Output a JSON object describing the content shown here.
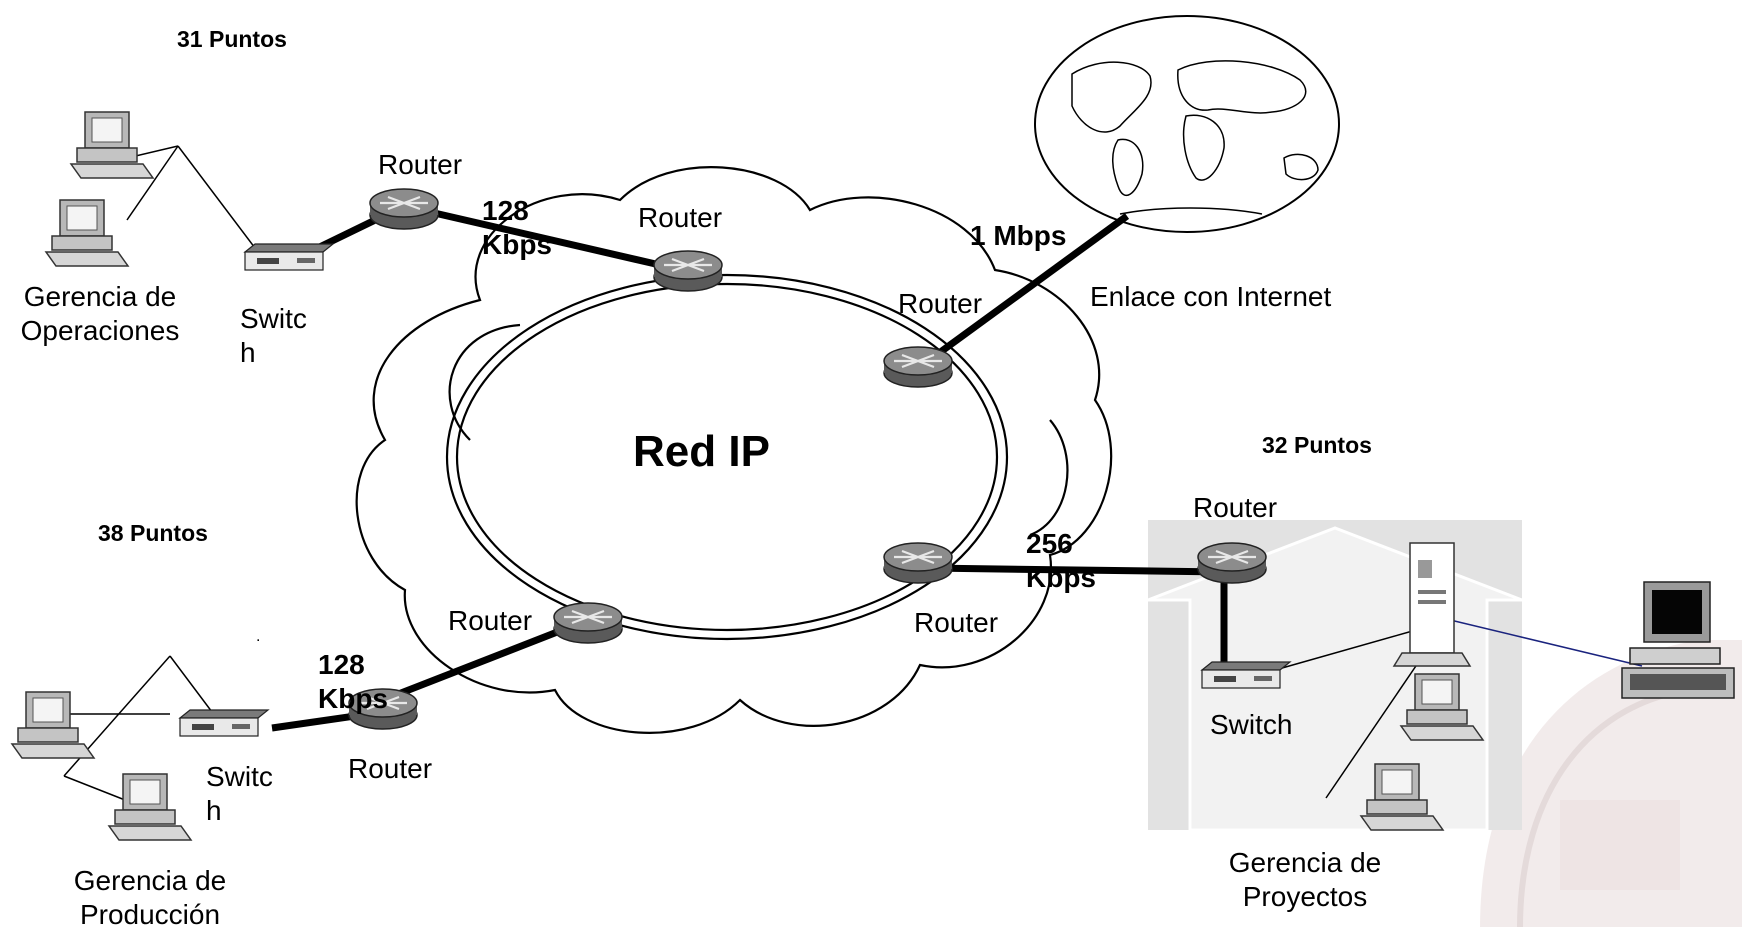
{
  "title": "Red IP",
  "sites": {
    "operaciones": {
      "points": "31 Puntos",
      "name": "Gerencia de Operaciones",
      "switch_label": "Switc h",
      "router_label": "Router",
      "link_speed": "128 Kbps"
    },
    "produccion": {
      "points": "38 Puntos",
      "name": "Gerencia de Producción",
      "switch_label": "Switc h",
      "router_label": "Router",
      "link_speed": "128 Kbps"
    },
    "proyectos": {
      "points": "32 Puntos",
      "name": "Gerencia de Proyectos",
      "switch_label": "Switch",
      "router_label": "Router",
      "link_speed": "256 Kbps"
    },
    "internet": {
      "name": "Enlace con Internet",
      "link_speed": "1 Mbps"
    }
  },
  "core_routers": {
    "top": "Router",
    "right_upper": "Router",
    "right_lower": "Router",
    "left_lower": "Router"
  },
  "tick": "."
}
